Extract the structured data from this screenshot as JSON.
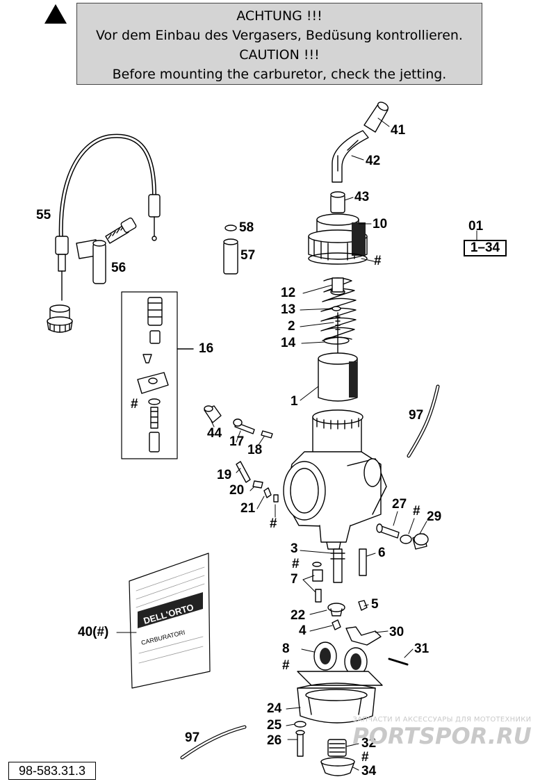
{
  "notice": {
    "heading_de": "ACHTUNG !!!",
    "text_de": "Vor dem Einbau des Vergasers, Bedüsung kontrollieren.",
    "heading_en": "CAUTION !!!",
    "text_en": "Before mounting the carburetor, check the jetting."
  },
  "assembly": {
    "number": "01",
    "range": "1–34"
  },
  "diagram_code": "98-583.31.3",
  "watermark": {
    "caption": "ЗАПЧАСТИ И АКСЕССУАРЫ ДЛЯ МОТОТЕХНИКИ",
    "brand": "PORTSPOR.RU"
  },
  "bag_label": {
    "brand": "DELL'ORTO",
    "text": "CARBURATORI"
  },
  "callouts": {
    "c41": "41",
    "c42": "42",
    "c43": "43",
    "c10": "10",
    "c58": "58",
    "c57": "57",
    "c55": "55",
    "c56": "56",
    "c12": "12",
    "c13": "13",
    "c2": "2",
    "c14": "14",
    "c16": "16",
    "c1": "1",
    "c97a": "97",
    "c44": "44",
    "c17": "17",
    "c18": "18",
    "c19": "19",
    "c20": "20",
    "c21": "21",
    "c27": "27",
    "c29": "29",
    "c3": "3",
    "c6": "6",
    "c7": "7",
    "c22": "22",
    "c5": "5",
    "c4": "4",
    "c30": "30",
    "c8": "8",
    "c31": "31",
    "c40": "40(#)",
    "c24": "24",
    "c25": "25",
    "c26": "26",
    "c32": "32",
    "c34": "34",
    "c97b": "97",
    "hash_top": "#",
    "hash_16": "#",
    "hash_21": "#",
    "hash_27": "#",
    "hash_7": "#",
    "hash_8": "#",
    "hash_32": "#"
  }
}
